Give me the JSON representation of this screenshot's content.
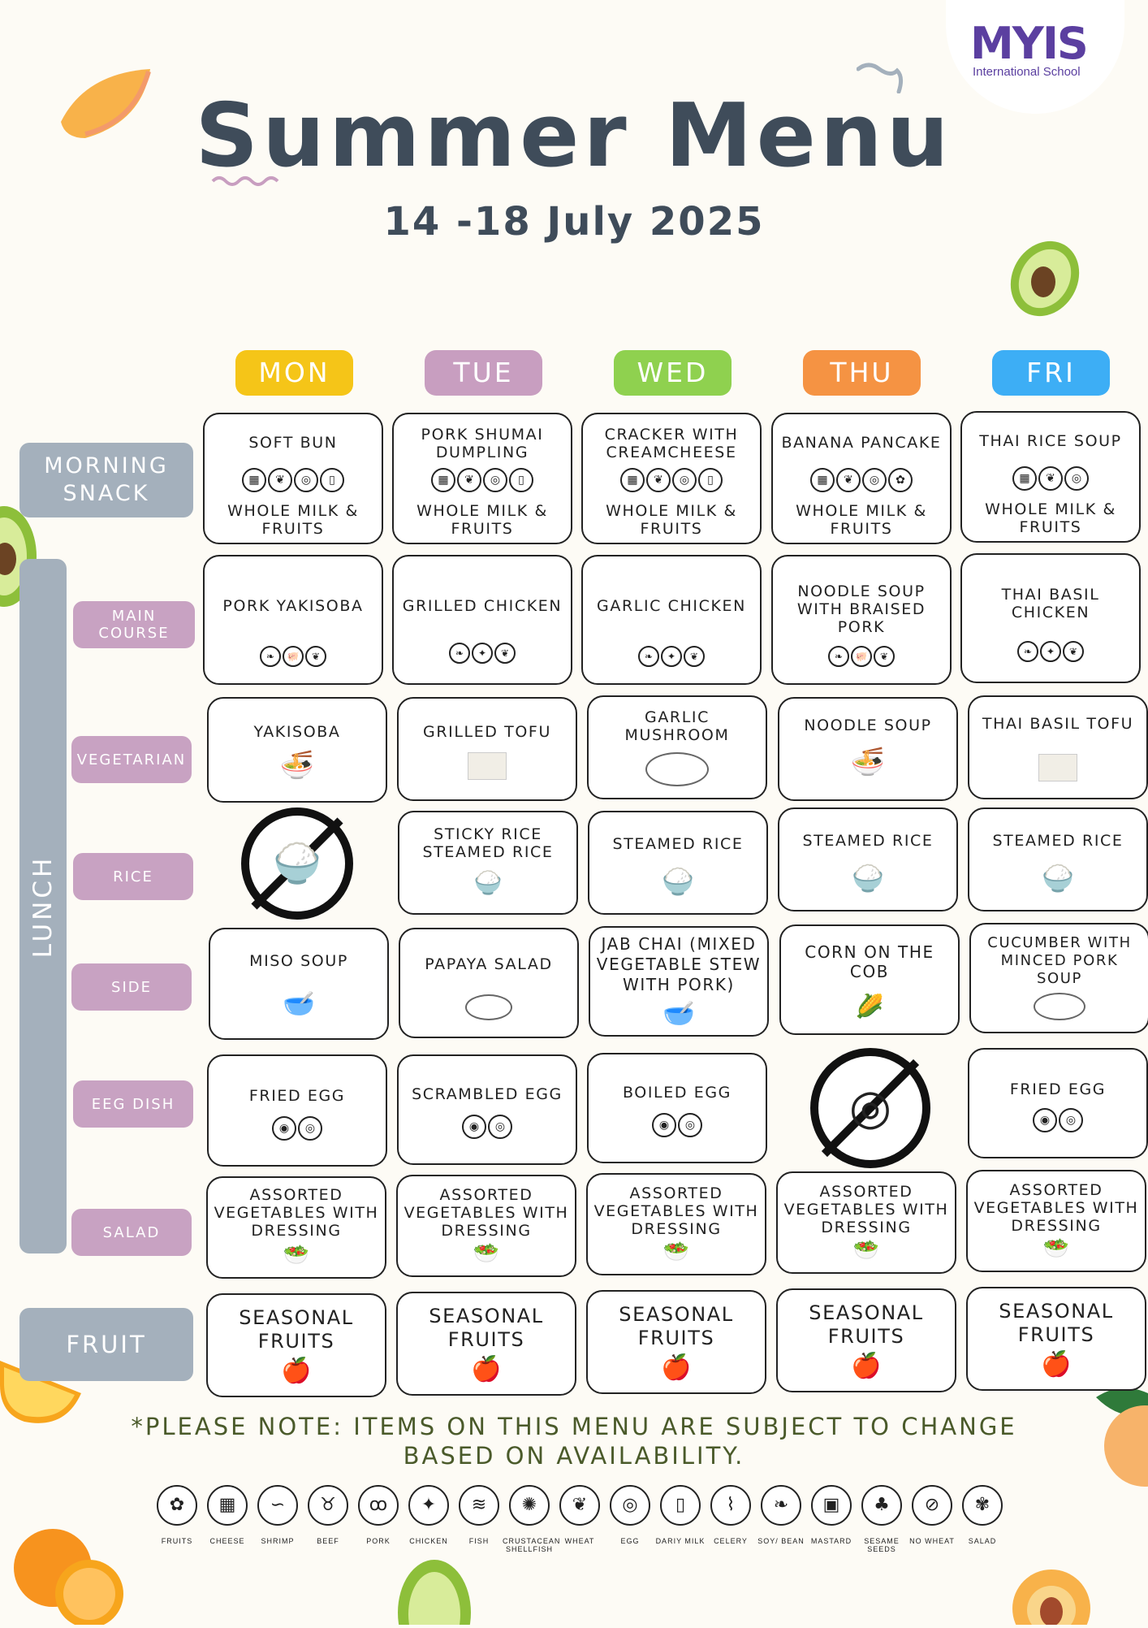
{
  "logo": {
    "mark": "MYIS",
    "subtitle": "International School"
  },
  "title": "Summer Menu",
  "date_range": "14 -18 July 2025",
  "days": [
    {
      "label": "MON",
      "color": "#f5c518"
    },
    {
      "label": "TUE",
      "color": "#c89ec0"
    },
    {
      "label": "WED",
      "color": "#8fd14f"
    },
    {
      "label": "THU",
      "color": "#f59343"
    },
    {
      "label": "FRI",
      "color": "#3daef5"
    }
  ],
  "sections": {
    "morning_snack": "MORNING SNACK",
    "lunch": "LUNCH",
    "fruit": "FRUIT",
    "main_course": "MAIN COURSE",
    "vegetarian": "VEGETARIAN",
    "rice": "RICE",
    "side": "SIDE",
    "egg_dish": "EEG DISH",
    "salad": "SALAD"
  },
  "menu": {
    "morning_snack": [
      {
        "item": "SOFT BUN",
        "drink": "WHOLE MILK & FRUITS"
      },
      {
        "item": "PORK SHUMAI DUMPLING",
        "drink": "WHOLE MILK & FRUITS"
      },
      {
        "item": "CRACKER WITH CREAMCHEESE",
        "drink": "WHOLE MILK & FRUITS"
      },
      {
        "item": "BANANA PANCAKE",
        "drink": "WHOLE MILK & FRUITS"
      },
      {
        "item": "THAI RICE SOUP",
        "drink": "WHOLE MILK & FRUITS"
      }
    ],
    "main_course": [
      "PORK YAKISOBA",
      "GRILLED CHICKEN",
      "GARLIC CHICKEN",
      "NOODLE SOUP WITH BRAISED PORK",
      "THAI BASIL CHICKEN"
    ],
    "vegetarian": [
      "YAKISOBA",
      "GRILLED TOFU",
      "GARLIC MUSHROOM",
      "NOODLE SOUP",
      "THAI BASIL TOFU"
    ],
    "rice": [
      "",
      "STICKY RICE STEAMED RICE",
      "STEAMED RICE",
      "STEAMED RICE",
      "STEAMED RICE"
    ],
    "side": [
      "MISO SOUP",
      "PAPAYA SALAD",
      "JAB CHAI (MIXED VEGETABLE STEW WITH PORK)",
      "CORN ON THE COB",
      "CUCUMBER WITH MINCED PORK SOUP"
    ],
    "egg_dish": [
      "FRIED EGG",
      "SCRAMBLED EGG",
      "BOILED EGG",
      "",
      "FRIED EGG"
    ],
    "salad": [
      "ASSORTED VEGETABLES WITH DRESSING",
      "ASSORTED VEGETABLES WITH DRESSING",
      "ASSORTED VEGETABLES WITH DRESSING",
      "ASSORTED VEGETABLES WITH DRESSING",
      "ASSORTED VEGETABLES WITH DRESSING"
    ],
    "fruit": [
      "SEASONAL FRUITS",
      "SEASONAL FRUITS",
      "SEASONAL FRUITS",
      "SEASONAL FRUITS",
      "SEASONAL FRUITS"
    ]
  },
  "note": "*PLEASE NOTE: ITEMS ON THIS MENU ARE SUBJECT TO CHANGE BASED ON AVAILABILITY.",
  "legend": [
    {
      "label": "FRUITS",
      "icon": "fruits-icon"
    },
    {
      "label": "CHEESE",
      "icon": "cheese-icon"
    },
    {
      "label": "SHRIMP",
      "icon": "shrimp-icon"
    },
    {
      "label": "BEEF",
      "icon": "beef-icon"
    },
    {
      "label": "PORK",
      "icon": "pork-icon"
    },
    {
      "label": "CHICKEN",
      "icon": "chicken-icon"
    },
    {
      "label": "FISH",
      "icon": "fish-icon"
    },
    {
      "label": "CRUSTACEAN SHELLFISH",
      "icon": "crab-icon"
    },
    {
      "label": "WHEAT",
      "icon": "wheat-icon"
    },
    {
      "label": "EGG",
      "icon": "egg-icon"
    },
    {
      "label": "DARIY MILK",
      "icon": "milk-icon"
    },
    {
      "label": "CELERY",
      "icon": "celery-icon"
    },
    {
      "label": "SOY/ BEAN",
      "icon": "soy-icon"
    },
    {
      "label": "MASTARD",
      "icon": "mustard-icon"
    },
    {
      "label": "SESAME SEEDS",
      "icon": "sesame-icon"
    },
    {
      "label": "NO WHEAT",
      "icon": "no-wheat-icon"
    },
    {
      "label": "SALAD",
      "icon": "salad-icon"
    }
  ]
}
